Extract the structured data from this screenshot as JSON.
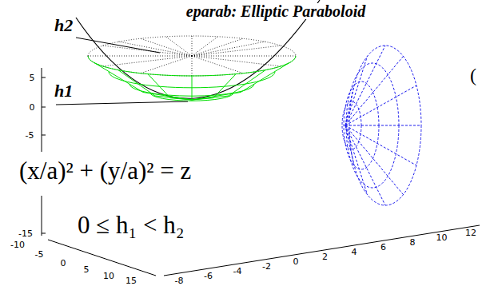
{
  "diagram": {
    "title": "eparab: Elliptic Paraboloid",
    "labels": [
      "h2",
      "h1",
      "5",
      "0",
      "-5",
      "-15",
      "(x/a)² + (y/a)² = z",
      "0 ≤ h₁ < h₂",
      "(",
      "-10",
      "-5",
      "0",
      "5",
      "10",
      "15",
      "-8",
      "-6",
      "-4",
      "-2",
      "0",
      "2",
      "4",
      "6",
      "8",
      "10",
      "12"
    ]
  }
}
